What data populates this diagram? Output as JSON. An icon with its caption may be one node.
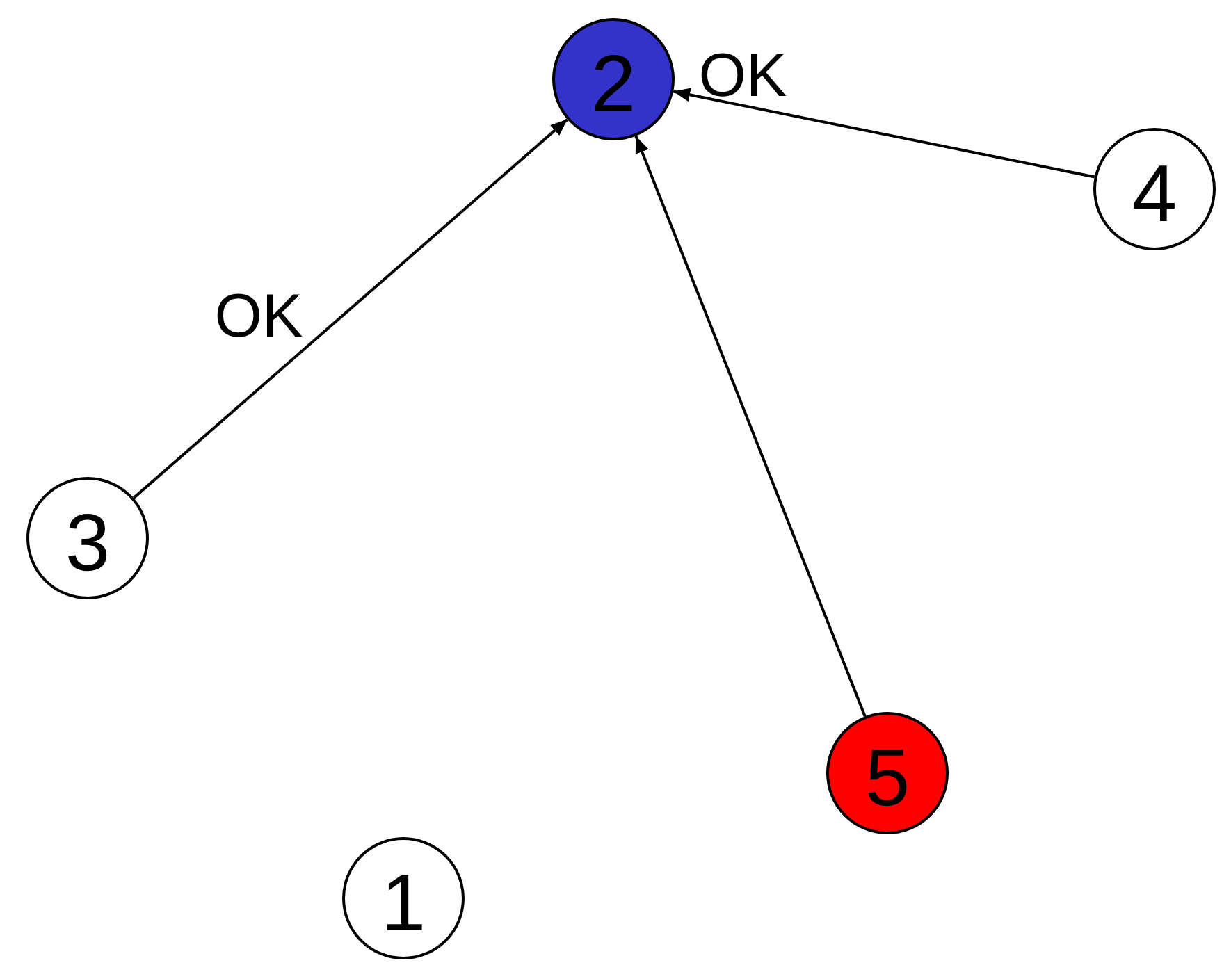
{
  "diagram": {
    "nodes": [
      {
        "text": [
          "2"
        ]
      },
      {
        "text": [
          "4"
        ]
      },
      {
        "text": [
          "3"
        ]
      },
      {
        "text": [
          "5"
        ]
      },
      {
        "text": [
          "1"
        ]
      }
    ],
    "edges": [
      {
        "from": 2,
        "to": 0,
        "arrow": "to",
        "label": "OK"
      },
      {
        "from": 1,
        "to": 0,
        "arrow": "to",
        "label": "OK"
      },
      {
        "from": 3,
        "to": 0,
        "arrow": "to"
      }
    ]
  }
}
